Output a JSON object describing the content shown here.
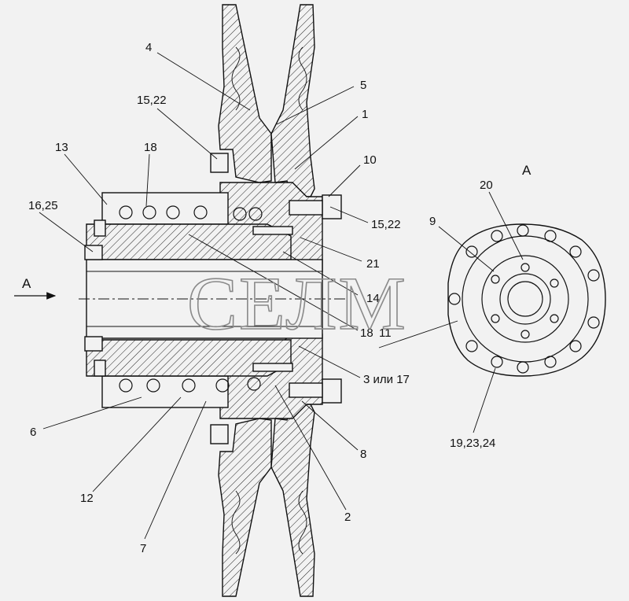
{
  "view_label": "А",
  "arrow_label": "А",
  "watermark": "СЕЛМ",
  "callouts": [
    {
      "id": "c4",
      "text": "4"
    },
    {
      "id": "c5",
      "text": "5"
    },
    {
      "id": "c1",
      "text": "1"
    },
    {
      "id": "c1522a",
      "text": "15,22"
    },
    {
      "id": "c18a",
      "text": "18"
    },
    {
      "id": "c13",
      "text": "13"
    },
    {
      "id": "c10",
      "text": "10"
    },
    {
      "id": "c1625",
      "text": "16,25"
    },
    {
      "id": "c1522b",
      "text": "15,22"
    },
    {
      "id": "c21",
      "text": "21"
    },
    {
      "id": "c14",
      "text": "14"
    },
    {
      "id": "c18b",
      "text": "18"
    },
    {
      "id": "c317",
      "text": "3 или 17"
    },
    {
      "id": "c6",
      "text": "6"
    },
    {
      "id": "c8",
      "text": "8"
    },
    {
      "id": "c12",
      "text": "12"
    },
    {
      "id": "c2",
      "text": "2"
    },
    {
      "id": "c7",
      "text": "7"
    },
    {
      "id": "c20",
      "text": "20"
    },
    {
      "id": "c9",
      "text": "9"
    },
    {
      "id": "c11",
      "text": "11"
    },
    {
      "id": "c192324",
      "text": "19,23,24"
    }
  ]
}
